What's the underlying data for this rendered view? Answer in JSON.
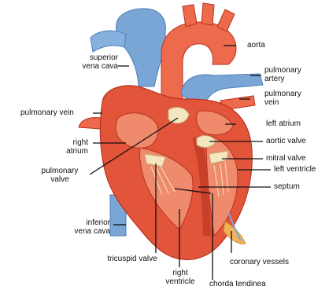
{
  "labels": {
    "aorta": "aorta",
    "superior_vena_cava": [
      "superior",
      "vena cava"
    ],
    "pulmonary_artery": [
      "pulmonary",
      "artery"
    ],
    "pulmonary_vein_right": [
      "pulmonary",
      "vein"
    ],
    "pulmonary_vein_left": "pulmonary vein",
    "left_atrium": "left atrium",
    "right_atrium": [
      "right",
      "atrium"
    ],
    "aortic_valve": "aortic valve",
    "mitral_valve": "mitral valve",
    "left_ventricle": "left ventricle",
    "pulmonary_valve": [
      "pulmonary",
      "valve"
    ],
    "septum": "septum",
    "inferior_vena_cava": [
      "inferior",
      "vena cava"
    ],
    "tricuspid_valve": "tricuspid valve",
    "right_ventricle": [
      "right",
      "ventricle"
    ],
    "coronary_vessels": "coronary vessels",
    "chorda_tendinea": "chorda tendinea"
  },
  "colors": {
    "muscle": "#e2553a",
    "muscle_dark": "#b8321f",
    "muscle_light": "#f08a6c",
    "vein_blue": "#7aa6d6",
    "vein_blue_dark": "#4f7fb5",
    "artery_red": "#ee6a4c",
    "valve": "#f3e6c0",
    "fat": "#f0b25a",
    "line": "#111111"
  }
}
